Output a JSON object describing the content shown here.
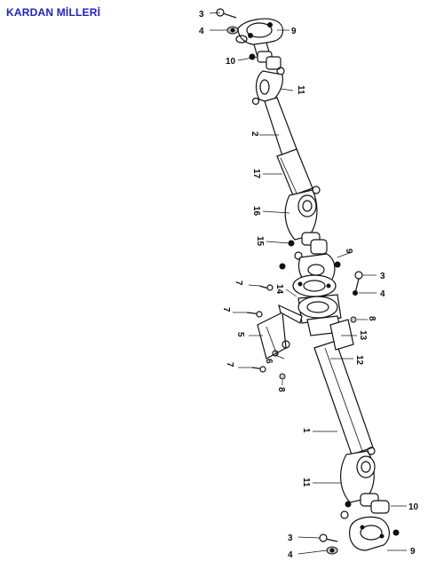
{
  "title": "KARDAN MİLLERİ",
  "colors": {
    "title": "#1a1fd6",
    "ink": "#111111",
    "background": "#ffffff"
  },
  "callouts": [
    {
      "id": "c3a",
      "text": "3"
    },
    {
      "id": "c4a",
      "text": "4"
    },
    {
      "id": "c9a",
      "text": "9"
    },
    {
      "id": "c10a",
      "text": "10"
    },
    {
      "id": "c11a",
      "text": "11"
    },
    {
      "id": "c2",
      "text": "2"
    },
    {
      "id": "c17",
      "text": "17"
    },
    {
      "id": "c16",
      "text": "16"
    },
    {
      "id": "c15",
      "text": "15"
    },
    {
      "id": "c9b",
      "text": "9"
    },
    {
      "id": "c3b",
      "text": "3"
    },
    {
      "id": "c4b",
      "text": "4"
    },
    {
      "id": "c14",
      "text": "14"
    },
    {
      "id": "c7a",
      "text": "7"
    },
    {
      "id": "c7b",
      "text": "7"
    },
    {
      "id": "c5",
      "text": "5"
    },
    {
      "id": "c6",
      "text": "6"
    },
    {
      "id": "c8a",
      "text": "8"
    },
    {
      "id": "c13",
      "text": "13"
    },
    {
      "id": "c12",
      "text": "12"
    },
    {
      "id": "c7c",
      "text": "7"
    },
    {
      "id": "c8b",
      "text": "8"
    },
    {
      "id": "c1",
      "text": "1"
    },
    {
      "id": "c11b",
      "text": "11"
    },
    {
      "id": "c10b",
      "text": "10"
    },
    {
      "id": "c3c",
      "text": "3"
    },
    {
      "id": "c4c",
      "text": "4"
    },
    {
      "id": "c9c",
      "text": "9"
    }
  ]
}
